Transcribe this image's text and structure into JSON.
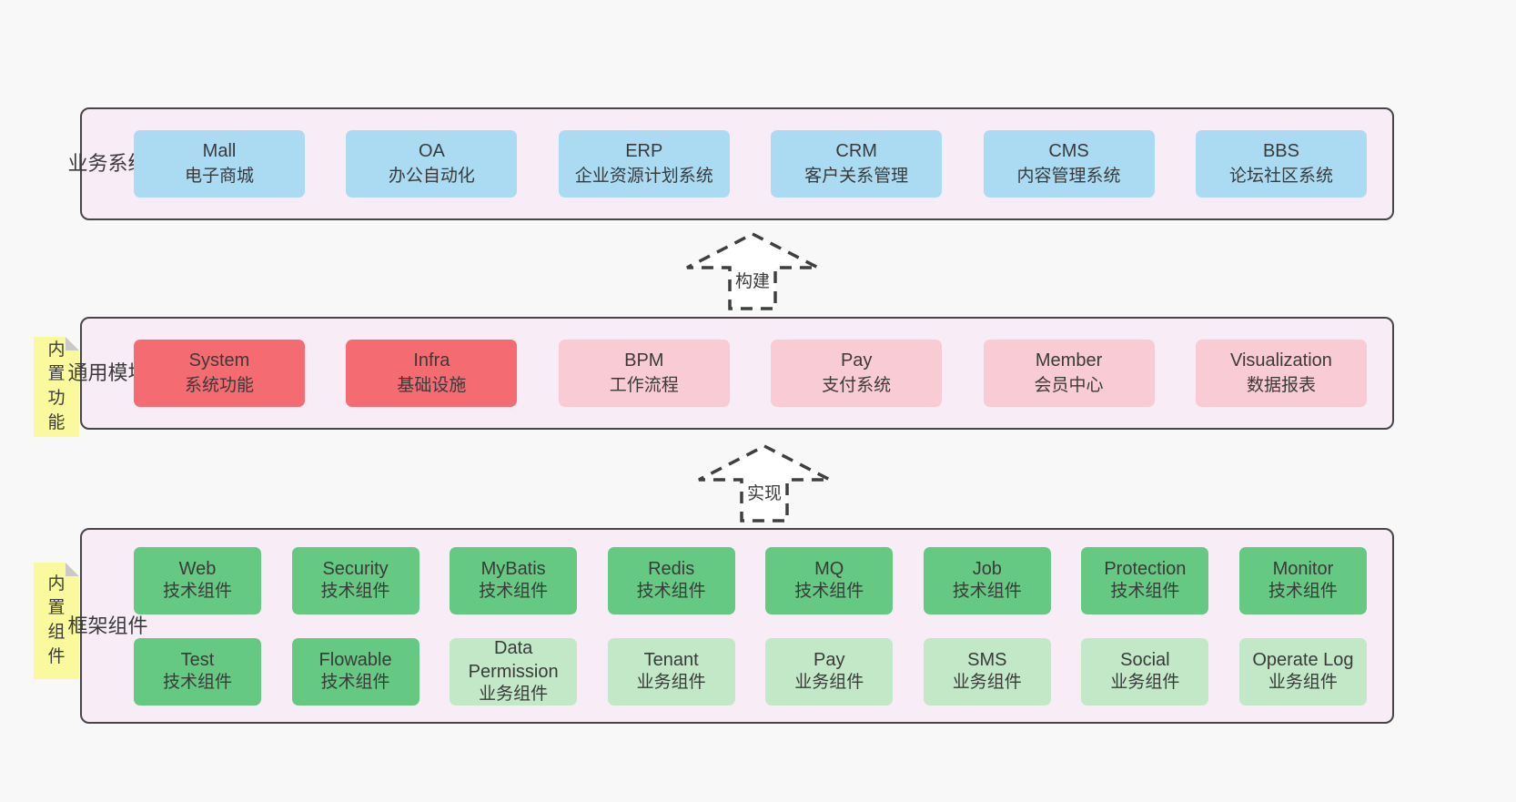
{
  "colors": {
    "canvas": "#f8f8f8",
    "layerBg": "#f8edf6",
    "border": "#464646",
    "text": "#3a3a3a",
    "blue": "#abdbf3",
    "red": "#f56b72",
    "pink": "#f9cbd4",
    "green": "#66c983",
    "lightgreen": "#c2e8c8",
    "sticky": "#fbf99e",
    "fold": "#c9c9c9",
    "arrowStroke": "#3f3f3f",
    "arrowFill": "#ffffff"
  },
  "arrows": [
    {
      "label": "构建"
    },
    {
      "label": "实现"
    }
  ],
  "layers": [
    {
      "id": "business",
      "label": "业务系统",
      "sticky": null,
      "rows": [
        [
          {
            "title": "Mall",
            "subtitle": "电子商城",
            "variant": "blue"
          },
          {
            "title": "OA",
            "subtitle": "办公自动化",
            "variant": "blue"
          },
          {
            "title": "ERP",
            "subtitle": "企业资源计划系统",
            "variant": "blue"
          },
          {
            "title": "CRM",
            "subtitle": "客户关系管理",
            "variant": "blue"
          },
          {
            "title": "CMS",
            "subtitle": "内容管理系统",
            "variant": "blue"
          },
          {
            "title": "BBS",
            "subtitle": "论坛社区系统",
            "variant": "blue"
          }
        ]
      ]
    },
    {
      "id": "modules",
      "label": "通用模块",
      "sticky": "内置功能",
      "rows": [
        [
          {
            "title": "System",
            "subtitle": "系统功能",
            "variant": "red"
          },
          {
            "title": "Infra",
            "subtitle": "基础设施",
            "variant": "red"
          },
          {
            "title": "BPM",
            "subtitle": "工作流程",
            "variant": "pink"
          },
          {
            "title": "Pay",
            "subtitle": "支付系统",
            "variant": "pink"
          },
          {
            "title": "Member",
            "subtitle": "会员中心",
            "variant": "pink"
          },
          {
            "title": "Visualization",
            "subtitle": "数据报表",
            "variant": "pink"
          }
        ]
      ]
    },
    {
      "id": "components",
      "label": "框架组件",
      "sticky": "内置组件",
      "rows": [
        [
          {
            "title": "Web",
            "subtitle": "技术组件",
            "variant": "green"
          },
          {
            "title": "Security",
            "subtitle": "技术组件",
            "variant": "green"
          },
          {
            "title": "MyBatis",
            "subtitle": "技术组件",
            "variant": "green"
          },
          {
            "title": "Redis",
            "subtitle": "技术组件",
            "variant": "green"
          },
          {
            "title": "MQ",
            "subtitle": "技术组件",
            "variant": "green"
          },
          {
            "title": "Job",
            "subtitle": "技术组件",
            "variant": "green"
          },
          {
            "title": "Protection",
            "subtitle": "技术组件",
            "variant": "green"
          },
          {
            "title": "Monitor",
            "subtitle": "技术组件",
            "variant": "green"
          }
        ],
        [
          {
            "title": "Test",
            "subtitle": "技术组件",
            "variant": "green"
          },
          {
            "title": "Flowable",
            "subtitle": "技术组件",
            "variant": "green"
          },
          {
            "title": "Data Permission",
            "subtitle": "业务组件",
            "variant": "lightgreen"
          },
          {
            "title": "Tenant",
            "subtitle": "业务组件",
            "variant": "lightgreen"
          },
          {
            "title": "Pay",
            "subtitle": "业务组件",
            "variant": "lightgreen"
          },
          {
            "title": "SMS",
            "subtitle": "业务组件",
            "variant": "lightgreen"
          },
          {
            "title": "Social",
            "subtitle": "业务组件",
            "variant": "lightgreen"
          },
          {
            "title": "Operate Log",
            "subtitle": "业务组件",
            "variant": "lightgreen"
          }
        ]
      ]
    }
  ]
}
